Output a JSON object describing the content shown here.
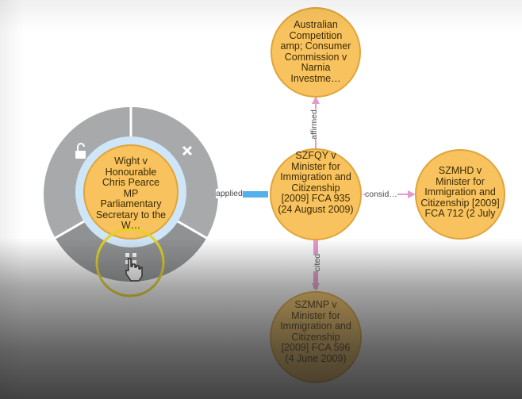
{
  "nodes": {
    "center": "SZFQY v Minister for Immigration and Citizenship [2009] FCA 935 (24 August 2009)",
    "top": "Australian Competition amp; Consumer Commission v Narnia Investme…",
    "right": "SZMHD v Minister for Immigration and Citizenship [2009] FCA 712 (2 July",
    "bottom": "SZMNP v Minister for Immigration and Citizenship [2009] FCA 596 (4 June 2009)",
    "selected": "Wight v Honourable Chris Pearce MP Parliamentary Secretary to the W…"
  },
  "edges": {
    "affirmed": "affirmed",
    "considered": "consid…",
    "cited": "cited",
    "applied": "applied"
  },
  "radial_menu": {
    "items": [
      "unlock-icon",
      "close-icon",
      "expand-icon"
    ]
  },
  "colors": {
    "node_fill": "#f8c35e",
    "node_stroke": "#e0a43a",
    "selected_ring": "#cfe6f8",
    "menu_gray": "#a7a9ab",
    "arrow_pink": "#e69ac9",
    "arrow_blue": "#54b0e8",
    "highlight_yellow": "#e6d21c"
  }
}
